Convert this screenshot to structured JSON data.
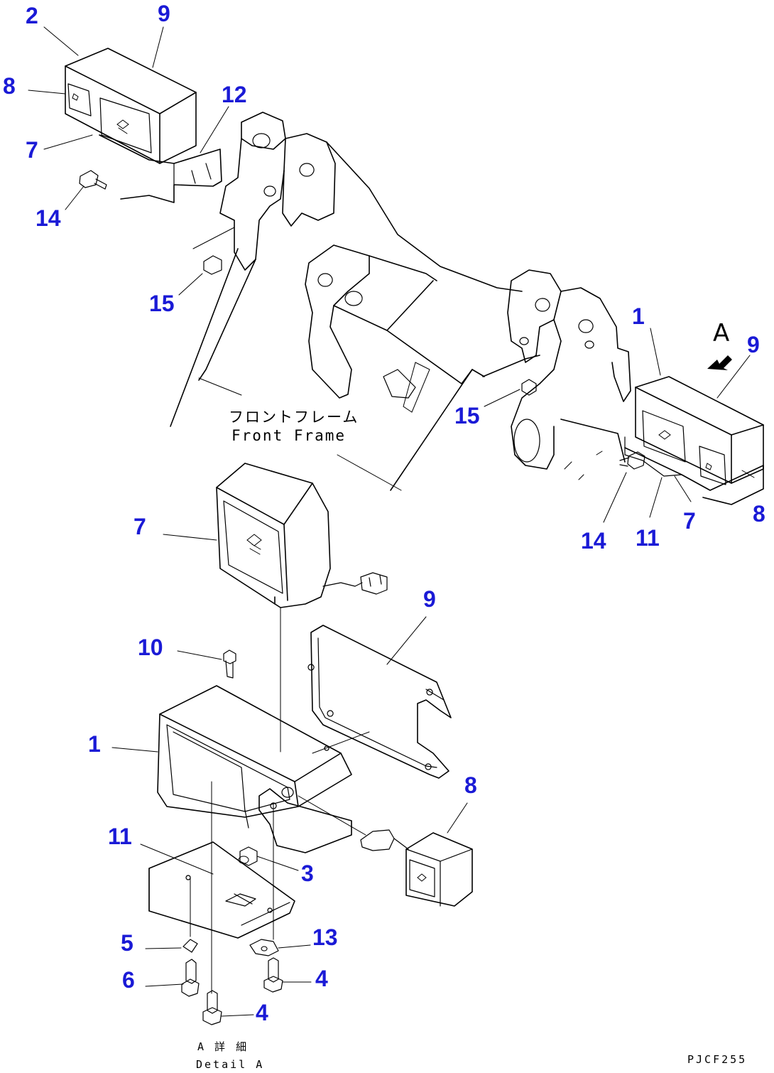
{
  "callouts": {
    "c2": "2",
    "c9_top": "9",
    "c8_top": "8",
    "c12": "12",
    "c7_top": "7",
    "c14_top": "14",
    "c15_top": "15",
    "c1_right": "1",
    "cA": "A",
    "c9_right": "9",
    "c15_mid": "15",
    "c14_right": "14",
    "c11_right": "11",
    "c7_right": "7",
    "c8_right": "8",
    "c7_detail": "7",
    "c9_detail": "9",
    "c10": "10",
    "c1_detail": "1",
    "c8_detail": "8",
    "c11_detail": "11",
    "c3": "3",
    "c5": "5",
    "c13": "13",
    "c6": "6",
    "c4_right": "4",
    "c4_bottom": "4"
  },
  "labels": {
    "front_frame_jp": "フロントフレーム",
    "front_frame_en": "Front Frame",
    "detail_jp": "A 詳 細",
    "detail_en": "Detail A",
    "drawing_code": "PJCF255"
  },
  "colors": {
    "callout": "#1a1ad6",
    "line": "#000000",
    "background": "#ffffff"
  }
}
